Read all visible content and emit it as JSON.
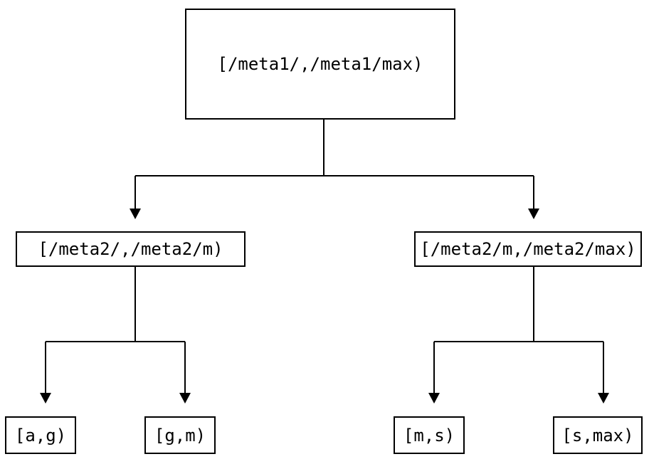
{
  "colors": {
    "background": "#ffffff",
    "line": "#000000",
    "text": "#000000"
  },
  "nodes": {
    "root": {
      "label": "[/meta1/,/meta1/max)"
    },
    "left_child": {
      "label": "[/meta2/,/meta2/m)"
    },
    "right_child": {
      "label": "[/meta2/m,/meta2/max)"
    },
    "leaf_a_g": {
      "label": "[a,g)"
    },
    "leaf_g_m": {
      "label": "[g,m)"
    },
    "leaf_m_s": {
      "label": "[m,s)"
    },
    "leaf_s_max": {
      "label": "[s,max)"
    }
  },
  "edges": [
    {
      "from": "root",
      "to": "left_child"
    },
    {
      "from": "root",
      "to": "right_child"
    },
    {
      "from": "left_child",
      "to": "leaf_a_g"
    },
    {
      "from": "left_child",
      "to": "leaf_g_m"
    },
    {
      "from": "right_child",
      "to": "leaf_m_s"
    },
    {
      "from": "right_child",
      "to": "leaf_s_max"
    }
  ]
}
